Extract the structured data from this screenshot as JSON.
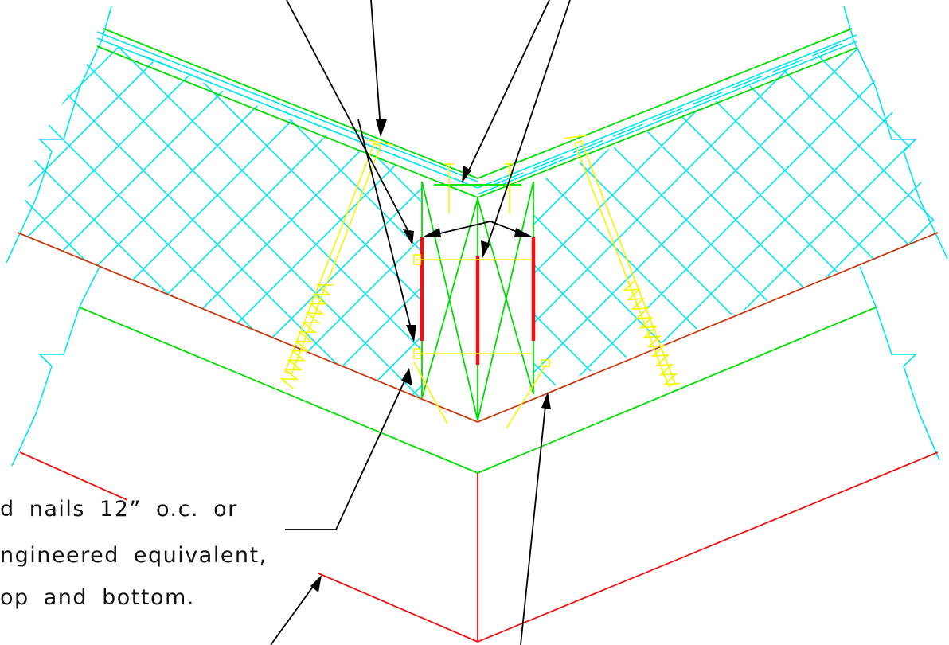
{
  "note": {
    "lines": [
      "d nails 12” o.c. or",
      "ngineered equivalent,",
      "op and bottom."
    ]
  },
  "colors": {
    "background": "#ffffff",
    "insulation_hatch": "#00e5ee",
    "framing_green": "#00dd00",
    "screw_yellow": "#f5f500",
    "sill_red": "#ee1111",
    "edge_brown": "#c83a10",
    "leader_black": "#000000"
  }
}
